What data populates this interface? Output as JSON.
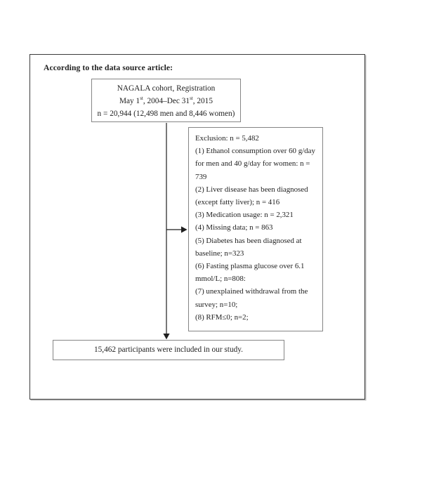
{
  "title": "According to the data source article:",
  "cohort_box": {
    "lines": [
      "NAGALA cohort, Registration",
      "May 1^{st}, 2004–Dec 31^{st}, 2015",
      "n = 20,944 (12,498 men and 8,446 women)"
    ]
  },
  "exclusion_box": {
    "lines": [
      "Exclusion: n = 5,482",
      "(1) Ethanol consumption over 60 g/day",
      "for men and 40 g/day for women: n =",
      "739",
      "(2) Liver disease has been diagnosed",
      "(except fatty liver); n = 416",
      "(3) Medication usage: n = 2,321",
      "(4) Missing data; n = 863",
      "(5) Diabetes has been diagnosed at",
      "baseline; n=323",
      "(6) Fasting plasma glucose over 6.1",
      "mmol/L; n=808:",
      "(7) unexplained withdrawal from the",
      "survey; n=10;",
      "(8) RFM≤0; n=2;"
    ]
  },
  "result_box": {
    "text": "15,462 participants were included in our study."
  },
  "colors": {
    "text": "#1f1f1f",
    "frame_border": "#3b3b3b",
    "inner_box_border": "#858585",
    "connector": "#1f1f1f",
    "background": "#ffffff"
  }
}
